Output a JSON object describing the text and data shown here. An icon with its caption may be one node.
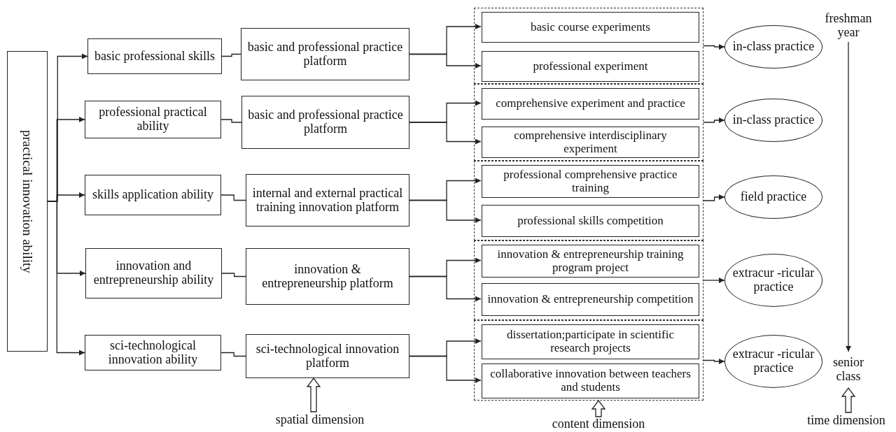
{
  "diagram": {
    "nodes": [
      {
        "text": [
          "practical innovation ability"
        ]
      },
      {
        "text": [
          "basic professional skills"
        ]
      },
      {
        "text": [
          "professional practical ability"
        ]
      },
      {
        "text": [
          "skills application ability"
        ]
      },
      {
        "text": [
          "innovation and entrepreneurship ability"
        ]
      },
      {
        "text": [
          "sci-technological innovation ability"
        ]
      },
      {
        "text": [
          "basic and professional practice platform"
        ]
      },
      {
        "text": [
          "basic and professional practice platform"
        ]
      },
      {
        "text": [
          "internal and external practical training innovation platform"
        ]
      },
      {
        "text": [
          "innovation & entrepreneurship platform"
        ]
      },
      {
        "text": [
          "sci-technological innovation platform"
        ]
      },
      {
        "text": [],
        "shape": "box"
      },
      {
        "text": [
          "basic course experiments"
        ],
        "in": 11
      },
      {
        "text": [
          "professional experiment"
        ],
        "in": 11
      },
      {
        "text": [],
        "shape": "box"
      },
      {
        "text": [
          "comprehensive experiment and practice"
        ],
        "in": 14
      },
      {
        "text": [
          "comprehensive interdisciplinary experiment"
        ],
        "in": 14
      },
      {
        "text": [],
        "shape": "box"
      },
      {
        "text": [
          "professional comprehensive practice training"
        ],
        "in": 17
      },
      {
        "text": [
          "professional skills competition"
        ],
        "in": 17
      },
      {
        "text": [],
        "shape": "box"
      },
      {
        "text": [
          "innovation & entrepreneurship training program project"
        ],
        "in": 20
      },
      {
        "text": [
          "innovation & entrepreneurship competition"
        ],
        "in": 20
      },
      {
        "text": [],
        "shape": "box"
      },
      {
        "text": [
          "dissertation;participate in scientific research projects"
        ],
        "in": 23
      },
      {
        "text": [
          "collaborative innovation between teachers and students"
        ],
        "in": 23
      },
      {
        "text": [
          "in-class practice"
        ]
      },
      {
        "text": [
          "in-class practice"
        ]
      },
      {
        "text": [
          "field practice"
        ]
      },
      {
        "text": [
          "extracur -ricular practice"
        ]
      },
      {
        "text": [
          "extracur -ricular practice"
        ]
      },
      {
        "text": [
          "freshman year"
        ]
      },
      {
        "text": [
          "senior class"
        ]
      },
      {
        "text": [
          "spatial dimension"
        ]
      },
      {
        "text": [
          "content dimension"
        ]
      },
      {
        "text": [
          "time dimension"
        ]
      }
    ],
    "edges": [
      {
        "from": 0,
        "to": 1,
        "arrow": "to"
      },
      {
        "from": 0,
        "to": 2,
        "arrow": "to"
      },
      {
        "from": 0,
        "to": 3,
        "arrow": "to"
      },
      {
        "from": 0,
        "to": 4,
        "arrow": "to"
      },
      {
        "from": 0,
        "to": 5,
        "arrow": "to"
      },
      {
        "from": 1,
        "to": 6,
        "arrow": "none"
      },
      {
        "from": 2,
        "to": 7,
        "arrow": "none"
      },
      {
        "from": 3,
        "to": 8,
        "arrow": "none"
      },
      {
        "from": 4,
        "to": 9,
        "arrow": "none"
      },
      {
        "from": 5,
        "to": 10,
        "arrow": "none"
      },
      {
        "from": 6,
        "to": 12,
        "arrow": "to"
      },
      {
        "from": 6,
        "to": 13,
        "arrow": "to"
      },
      {
        "from": 7,
        "to": 15,
        "arrow": "to"
      },
      {
        "from": 7,
        "to": 16,
        "arrow": "to"
      },
      {
        "from": 8,
        "to": 18,
        "arrow": "to"
      },
      {
        "from": 8,
        "to": 19,
        "arrow": "to"
      },
      {
        "from": 9,
        "to": 21,
        "arrow": "to"
      },
      {
        "from": 9,
        "to": 22,
        "arrow": "to"
      },
      {
        "from": 10,
        "to": 24,
        "arrow": "to"
      },
      {
        "from": 10,
        "to": 25,
        "arrow": "to"
      },
      {
        "from": 11,
        "to": 26,
        "arrow": "to"
      },
      {
        "from": 14,
        "to": 27,
        "arrow": "to"
      },
      {
        "from": 17,
        "to": 28,
        "arrow": "to"
      },
      {
        "from": 20,
        "to": 29,
        "arrow": "to"
      },
      {
        "from": 23,
        "to": 30,
        "arrow": "to"
      },
      {
        "from": 31,
        "to": 32,
        "arrow": "to"
      },
      {
        "from": 33,
        "to": 10,
        "arrow": "to",
        "style": "thick"
      },
      {
        "from": 34,
        "to": 23,
        "arrow": "to",
        "style": "thick"
      },
      {
        "from": 35,
        "to": 32,
        "arrow": "to",
        "style": "thick"
      }
    ]
  }
}
